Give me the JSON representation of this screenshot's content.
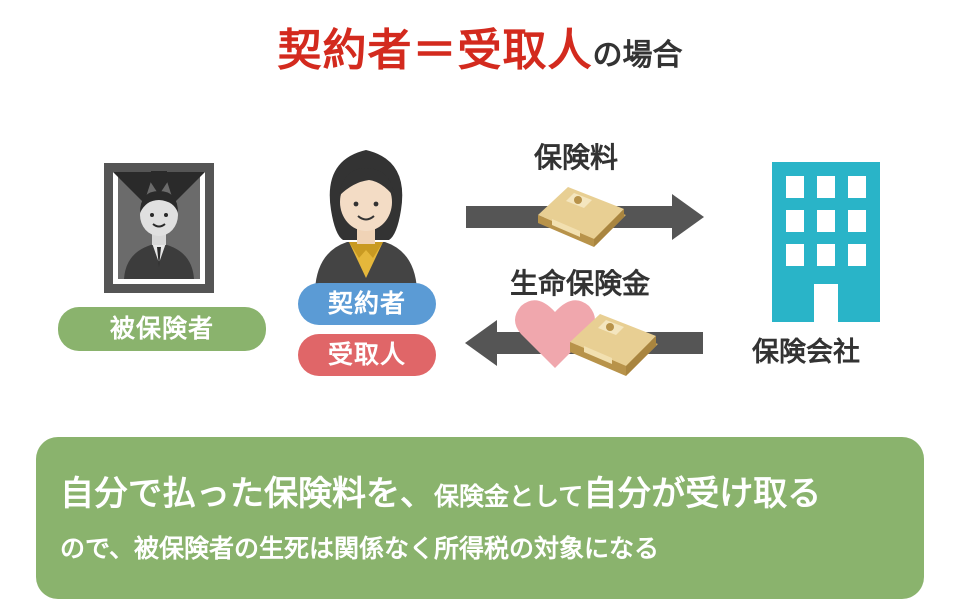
{
  "title": {
    "main": "契約者＝受取人",
    "suffix": "の場合"
  },
  "roles": {
    "insured": "被保険者",
    "contractor": "契約者",
    "receiver": "受取人",
    "company": "保険会社"
  },
  "flows": {
    "premium": "保険料",
    "benefit": "生命保険金"
  },
  "note": {
    "line1_a": "自分で払った保険料を、",
    "line1_b": "保険金として",
    "line1_c": "自分が受け取る",
    "line2": "ので、被保険者の生死は関係なく所得税の対象になる"
  },
  "colors": {
    "title_red": "#d32a1e",
    "green": "#8ab36d",
    "blue": "#5b9bd5",
    "pink": "#e06668",
    "building": "#29b4c8",
    "arrow": "#555555"
  },
  "icons": [
    "memorial-portrait-icon",
    "person-icon",
    "money-bundle-icon",
    "heart-icon",
    "building-icon",
    "arrow-right-icon",
    "arrow-left-icon"
  ]
}
